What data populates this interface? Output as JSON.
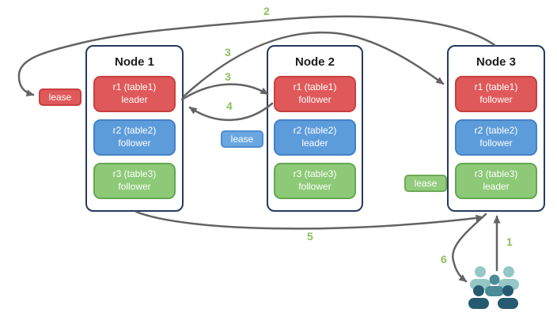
{
  "nodes": [
    {
      "title": "Node 1",
      "ranges": [
        {
          "name": "r1 (table1)",
          "role": "leader",
          "color": "red"
        },
        {
          "name": "r2 (table2)",
          "role": "follower",
          "color": "blue"
        },
        {
          "name": "r3 (table3)",
          "role": "follower",
          "color": "green"
        }
      ]
    },
    {
      "title": "Node 2",
      "ranges": [
        {
          "name": "r1 (table1)",
          "role": "follower",
          "color": "red"
        },
        {
          "name": "r2 (table2)",
          "role": "leader",
          "color": "blue"
        },
        {
          "name": "r3 (table3)",
          "role": "follower",
          "color": "green"
        }
      ]
    },
    {
      "title": "Node 3",
      "ranges": [
        {
          "name": "r1 (table1)",
          "role": "follower",
          "color": "red"
        },
        {
          "name": "r2 (table2)",
          "role": "follower",
          "color": "blue"
        },
        {
          "name": "r3 (table3)",
          "role": "leader",
          "color": "green"
        }
      ]
    }
  ],
  "leases": [
    {
      "label": "lease",
      "color": "red"
    },
    {
      "label": "lease",
      "color": "blue"
    },
    {
      "label": "lease",
      "color": "green"
    }
  ],
  "steps": {
    "s1": "1",
    "s2": "2",
    "s3a": "3",
    "s3b": "3",
    "s4": "4",
    "s5": "5",
    "s6": "6"
  },
  "icons": {
    "clients": "people-group-icon"
  },
  "colors": {
    "range_red": "#e0595a",
    "range_red_border": "#c8403f",
    "range_blue": "#5d9cdb",
    "range_blue_border": "#4381c6",
    "range_green": "#8dc977",
    "range_green_border": "#63a84f",
    "node_border": "#27395f",
    "arrow": "#636363",
    "step_label": "#8cc05e",
    "people_light": "#94c7c6",
    "people_mid": "#4a8b96",
    "people_dark": "#265a70"
  }
}
